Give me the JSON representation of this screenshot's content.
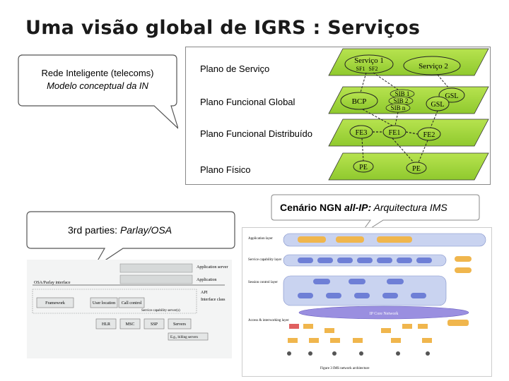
{
  "title": "Uma visão global de IGRS : Serviços",
  "callout_in": {
    "line1": "Rede Inteligente (telecoms)",
    "line2": "Modelo conceptual da IN"
  },
  "planes": {
    "labels": [
      "Plano de Serviço",
      "Plano Funcional Global",
      "Plano Funcional Distribuído",
      "Plano Físico"
    ],
    "service": {
      "servico1": "Serviço 1",
      "servico2": "Serviço 2",
      "sf1": "SF1",
      "sf2": "SF2"
    },
    "global": {
      "bcp": "BCP",
      "sib1": "SIB 1",
      "sib2": "SIB 2",
      "sibn": "SIB n",
      "gsl1": "GSL",
      "gsl2": "GSL"
    },
    "distributed": {
      "fe3": "FE3",
      "fe1": "FE1",
      "fe2": "FE2"
    },
    "physical": {
      "pe1": "PE",
      "pe2": "PE"
    }
  },
  "ims_caption": {
    "prefix": "Cenário NGN ",
    "allip": "all-IP:",
    "suffix": " Arquitectura IMS"
  },
  "callout_osa": {
    "prefix": "3rd parties: ",
    "rest": "Parlay/OSA"
  },
  "osa_figure": {
    "header": "OSA/Parlay interface",
    "labels": [
      "Application server",
      "Application",
      "API",
      "Interface class"
    ],
    "boxes": [
      "Framework",
      "User location",
      "Call control"
    ],
    "scf_label": "Service capability server(s)",
    "servers": [
      "HLR",
      "MSC",
      "SSP",
      "Servers"
    ],
    "footer": "E.g., billing servers"
  },
  "ims_figure": {
    "layers": [
      "Application layer",
      "Service capability layer",
      "Session control layer",
      "Access & interworking layer"
    ],
    "core": "IP Core Network",
    "caption": "Figure 3 IMS network architecture"
  }
}
